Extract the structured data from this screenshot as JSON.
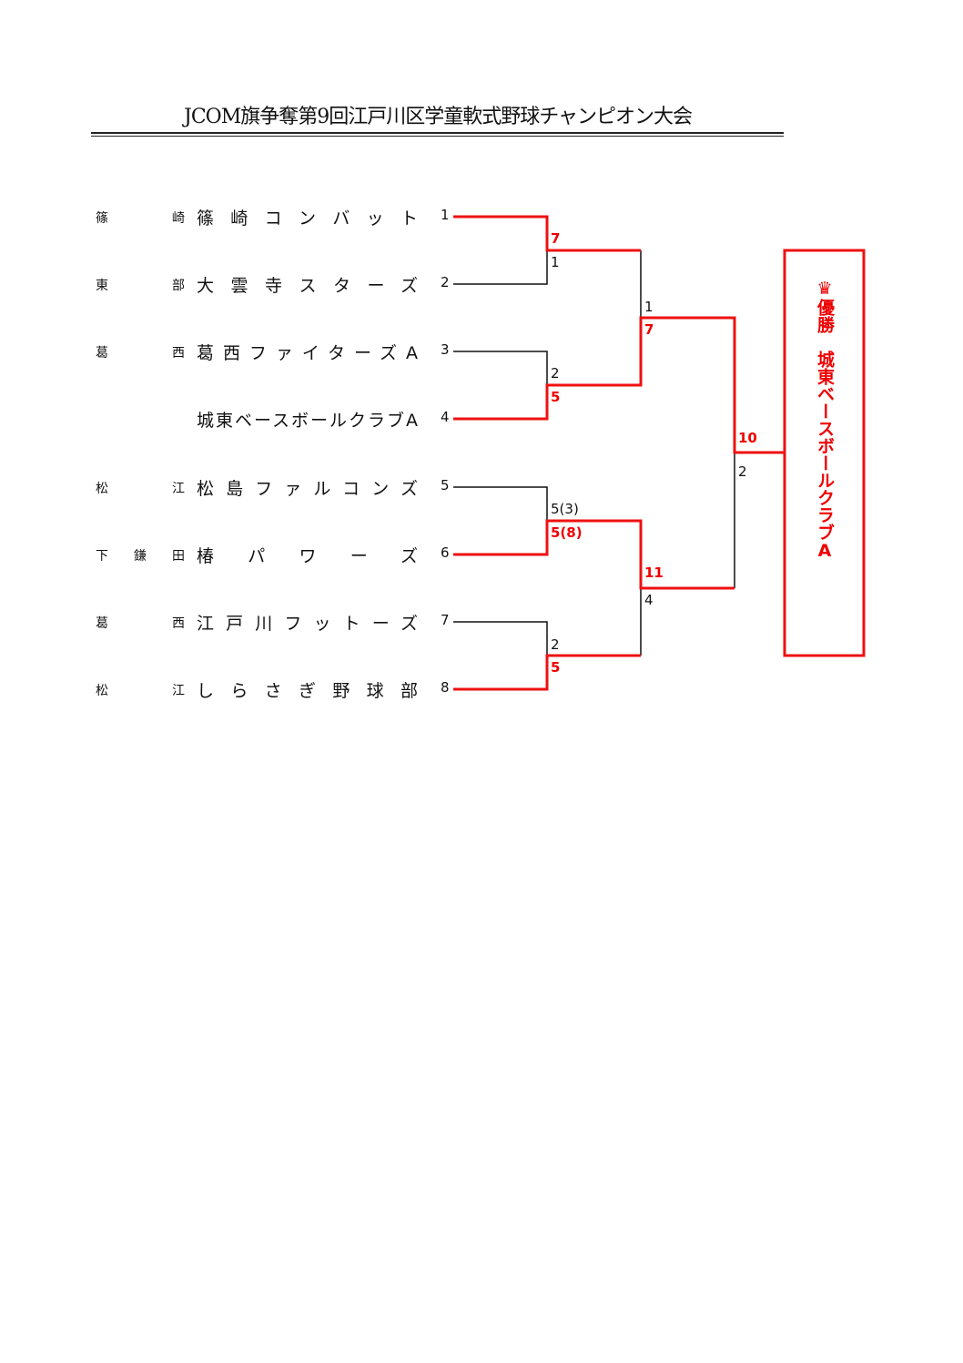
{
  "title": "JCOM旗争奪第9回江戸川区学童軟式野球チャンピオン大会",
  "teams": [
    {
      "seed": "1",
      "district": "篠崎",
      "name": "篠崎コンバット"
    },
    {
      "seed": "2",
      "district": "東部",
      "name": "大雲寺スターズ"
    },
    {
      "seed": "3",
      "district": "葛西",
      "name": "葛西ファイターズA"
    },
    {
      "seed": "4",
      "district": "",
      "name": "城東ベースボールクラブA"
    },
    {
      "seed": "5",
      "district": "松江",
      "name": "松島ファルコンズ"
    },
    {
      "seed": "6",
      "district": "下鎌田",
      "name": "椿パワーズ"
    },
    {
      "seed": "7",
      "district": "葛西",
      "name": "江戸川フットーズ"
    },
    {
      "seed": "8",
      "district": "松江",
      "name": "しらさぎ野球部"
    }
  ],
  "scores": {
    "r1m1_top": "7",
    "r1m1_bottom": "1",
    "r1m2_top": "2",
    "r1m2_bottom": "5",
    "r1m3_top": "5(3)",
    "r1m3_bottom": "5(8)",
    "r1m4_top": "2",
    "r1m4_bottom": "5",
    "r2m1_top": "1",
    "r2m1_bottom": "7",
    "r2m2_top": "11",
    "r2m2_bottom": "4",
    "final_top": "10",
    "final_bottom": "2"
  },
  "winner": {
    "icon": "crown-icon",
    "label": "優勝",
    "team": "城東ベースボールクラブA"
  },
  "colors": {
    "win": "#ee1111",
    "line": "#111111"
  }
}
